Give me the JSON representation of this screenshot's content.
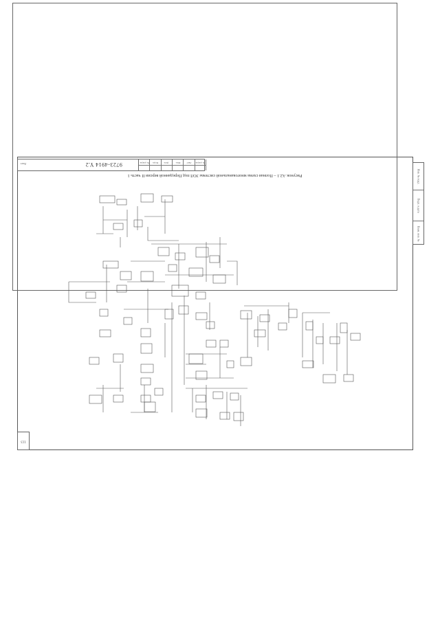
{
  "document": {
    "doc_number": "9723-4914 Y.2",
    "caption": "Рисунок А2.1 – Полная схема многоканальной системы ЗОЛ под Переданной версии II часть 1",
    "sheet_no": "113",
    "title_block_cells": [
      "Лист",
      "№ докум.",
      "Подп.",
      "Дата",
      "Изм.",
      "Лист",
      "№ докум."
    ],
    "side_stamp_cells": [
      "Инв. № подл.",
      "Подп. и дата",
      "Взам. инв. №"
    ]
  }
}
